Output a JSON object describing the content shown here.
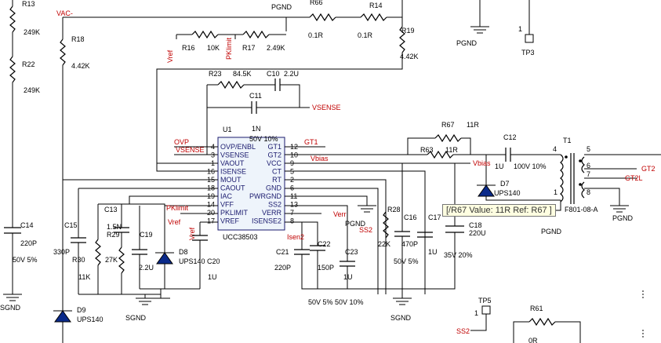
{
  "nets": {
    "vac": "VAC-",
    "pgnd": "PGND",
    "sgnd": "SGND",
    "vref": "Vref",
    "pklimit": "PKlimit",
    "vsense": "VSENSE",
    "ovp": "OVP",
    "gt1": "GT1",
    "vbias": "Vbias",
    "verr": "Verr",
    "ss2": "SS2",
    "isen2": "Isen2",
    "gt2": "GT2",
    "gt2l": "GT2L"
  },
  "components": {
    "r13": {
      "ref": "R13",
      "value": "249K"
    },
    "r22": {
      "ref": "R22",
      "value": "249K"
    },
    "r18": {
      "ref": "R18",
      "value": "4.42K"
    },
    "r16": {
      "ref": "R16",
      "value": "10K"
    },
    "r17": {
      "ref": "R17",
      "value": "2.49K"
    },
    "r66": {
      "ref": "R66",
      "value": "0.1R"
    },
    "r14": {
      "ref": "R14",
      "value": "0.1R"
    },
    "r19": {
      "ref": "R19",
      "value": "4.42K"
    },
    "r23": {
      "ref": "R23",
      "value": "84.5K"
    },
    "c10": {
      "ref": "C10",
      "value": "2.2U"
    },
    "c11": {
      "ref": "C11",
      "value": "1N"
    },
    "tp3": {
      "ref": "TP3",
      "pin": "1"
    },
    "r67": {
      "ref": "R67",
      "value": "11R"
    },
    "r63": {
      "ref": "R63",
      "value": "11R"
    },
    "c12": {
      "ref": "C12",
      "value": "1U",
      "rating": "100V 10%"
    },
    "t1": {
      "ref": "T1",
      "part": "F801-08-A"
    },
    "d7": {
      "ref": "D7",
      "part": "UPS140"
    },
    "c14": {
      "ref": "C14",
      "value": "220P",
      "rating": "50V 5%"
    },
    "c15": {
      "ref": "C15",
      "value": "330P"
    },
    "r30": {
      "ref": "R30",
      "value": "11K"
    },
    "c13": {
      "ref": "C13",
      "value": "1.5N"
    },
    "r29": {
      "ref": "R29",
      "value": "27K"
    },
    "c19": {
      "ref": "C19",
      "value": "2.2U"
    },
    "d8": {
      "ref": "D8",
      "part": "UPS140"
    },
    "c20": {
      "ref": "C20",
      "value": "1U"
    },
    "d9": {
      "ref": "D9",
      "part": "UPS140"
    },
    "c21": {
      "ref": "C21",
      "value": "220P"
    },
    "c22": {
      "ref": "C22",
      "value": "150P"
    },
    "c23": {
      "ref": "C23",
      "value": "1U"
    },
    "r28": {
      "ref": "R28",
      "value": "22K"
    },
    "c16": {
      "ref": "C16",
      "value": "470P",
      "rating": "50V 5%"
    },
    "c17": {
      "ref": "C17",
      "value": "1U"
    },
    "c18": {
      "ref": "C18",
      "value": "220U",
      "rating": "35V 20%"
    },
    "tp5": {
      "ref": "TP5",
      "pin": "1"
    },
    "r61": {
      "ref": "R61",
      "value": "0R"
    },
    "cap_rating_row": "50V 5% 50V 10%"
  },
  "ic": {
    "ref": "U1",
    "part": "UCC38503",
    "rating": "50V 10%",
    "left_pins": [
      {
        "num": "4",
        "name": "OVP/ENBL"
      },
      {
        "num": "3",
        "name": "VSENSE"
      },
      {
        "num": "1",
        "name": "VAOUT"
      },
      {
        "num": "16",
        "name": "ISENSE"
      },
      {
        "num": "15",
        "name": "MOUT"
      },
      {
        "num": "18",
        "name": "CAOUT"
      },
      {
        "num": "19",
        "name": "IAC"
      },
      {
        "num": "14",
        "name": "VFF"
      },
      {
        "num": "20",
        "name": "PKLIMIT"
      },
      {
        "num": "17",
        "name": "VREF"
      }
    ],
    "right_pins": [
      {
        "num": "12",
        "name": "GT1"
      },
      {
        "num": "10",
        "name": "GT2"
      },
      {
        "num": "9",
        "name": "VCC"
      },
      {
        "num": "5",
        "name": "CT"
      },
      {
        "num": "2",
        "name": "RT"
      },
      {
        "num": "6",
        "name": "GND"
      },
      {
        "num": "11",
        "name": "PWRGND"
      },
      {
        "num": "13",
        "name": "SS2"
      },
      {
        "num": "7",
        "name": "VERR"
      },
      {
        "num": "8",
        "name": "ISENSE2"
      }
    ]
  },
  "transformer_pins": [
    "4",
    "5",
    "6",
    "7",
    "8",
    "1"
  ],
  "tooltip": "[/R67 Value: 11R Ref: R67 ]"
}
